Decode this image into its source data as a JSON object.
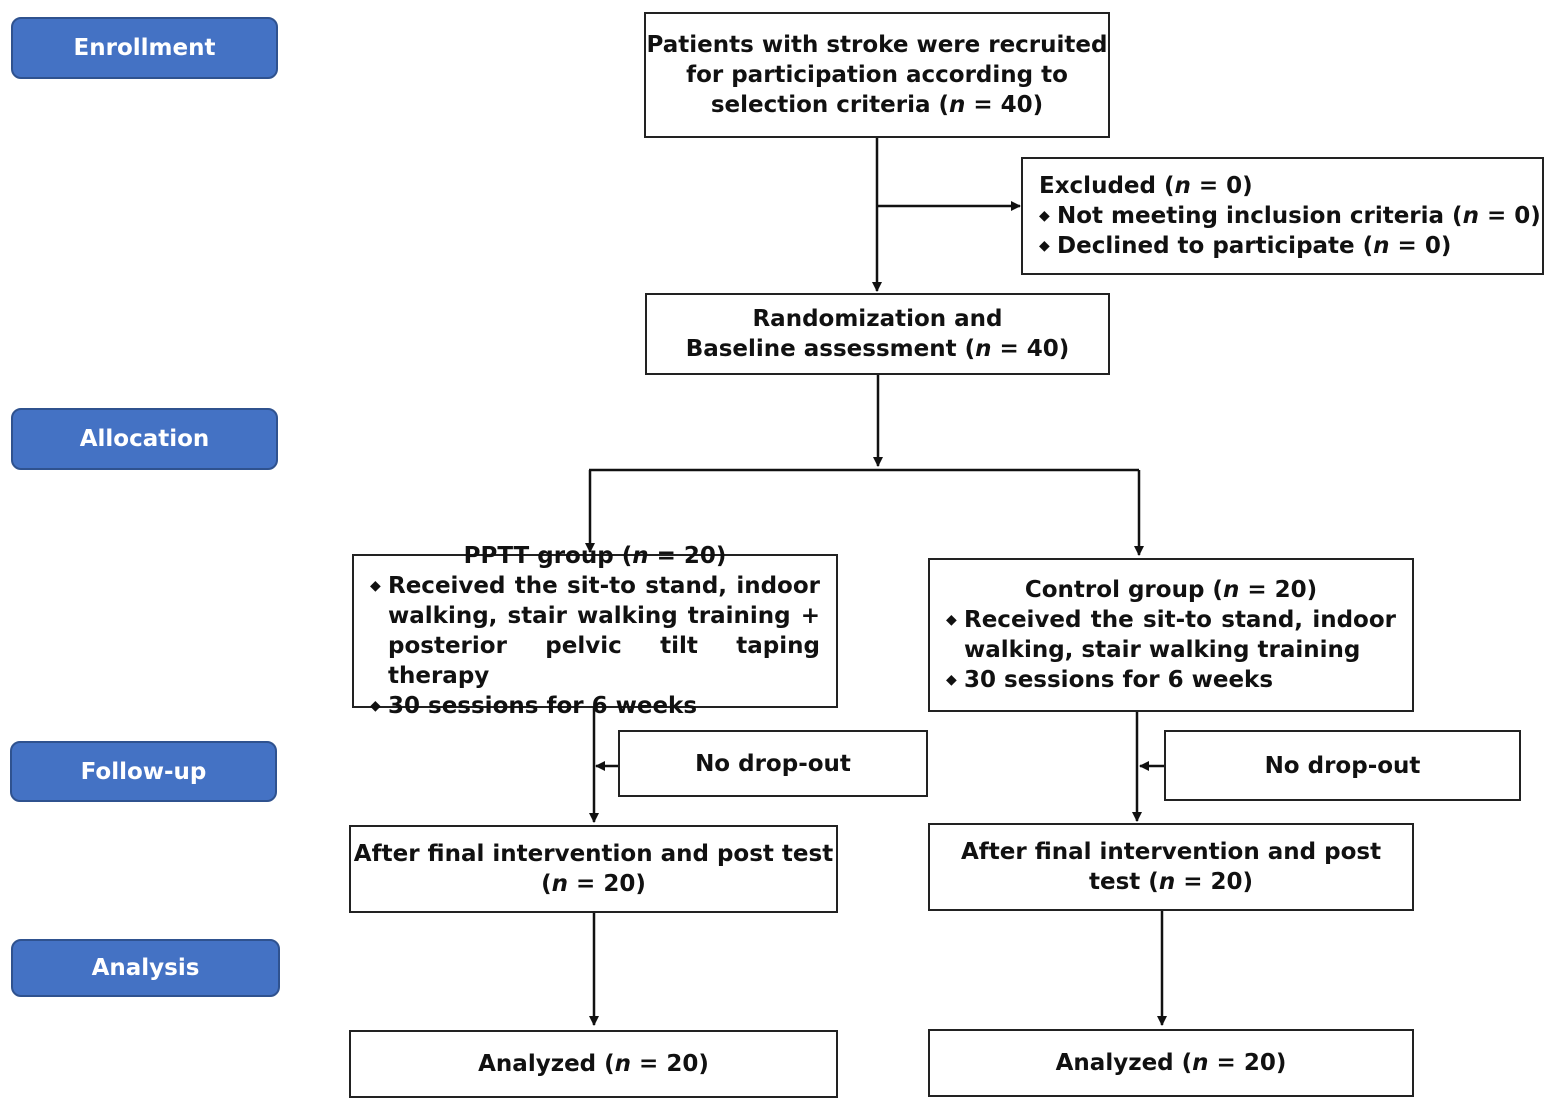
{
  "stages": {
    "enrollment": "Enrollment",
    "allocation": "Allocation",
    "follow_up": "Follow-up",
    "analysis": "Analysis"
  },
  "recruit": {
    "line1": "Patients with stroke were recruited",
    "line2": "for participation according to",
    "line3_a": "selection criteria (",
    "n": "n",
    "line3_b": " = 40)"
  },
  "excluded": {
    "title_a": "Excluded (",
    "title_b": " = 0)",
    "item1_a": "Not meeting inclusion criteria (",
    "item1_b": " = 0)",
    "item2_a": "Declined to participate (",
    "item2_b": " = 0)",
    "bullet": "◆",
    "n": "n"
  },
  "randomization": {
    "line1": "Randomization and",
    "line2_a": "Baseline assessment (",
    "line2_b": " = 40)",
    "n": "n"
  },
  "pptt": {
    "title_a": "PPTT group (",
    "title_b": " = 20)",
    "item1_l1": "Received the sit-to stand, indoor",
    "item1_l2": "walking, stair walking training +",
    "item1_l3": "posterior pelvic tilt taping therapy",
    "item2": "30 sessions for 6 weeks",
    "bullet": "◆",
    "n": "n"
  },
  "control": {
    "title_a": "Control group (",
    "title_b": " = 20)",
    "item1_l1": "Received the sit-to stand, indoor",
    "item1_l2": "walking, stair walking training",
    "item2": "30 sessions for 6 weeks",
    "bullet": "◆",
    "n": "n"
  },
  "dropout": {
    "left": "No drop-out",
    "right": "No drop-out"
  },
  "post_left": {
    "line1": "After final intervention and post test",
    "line2_a": "(",
    "line2_b": " = 20)",
    "n": "n"
  },
  "post_right": {
    "line1": "After final intervention and post",
    "line2_a": "test (",
    "line2_b": " = 20)",
    "n": "n"
  },
  "analyzed_left": {
    "text_a": "Analyzed (",
    "text_b": " = 20)",
    "n": "n"
  },
  "analyzed_right": {
    "text_a": "Analyzed (",
    "text_b": " = 20)",
    "n": "n"
  },
  "colors": {
    "stage_fill": "#4472c4",
    "stage_border": "#2f528f",
    "line": "#111111"
  }
}
